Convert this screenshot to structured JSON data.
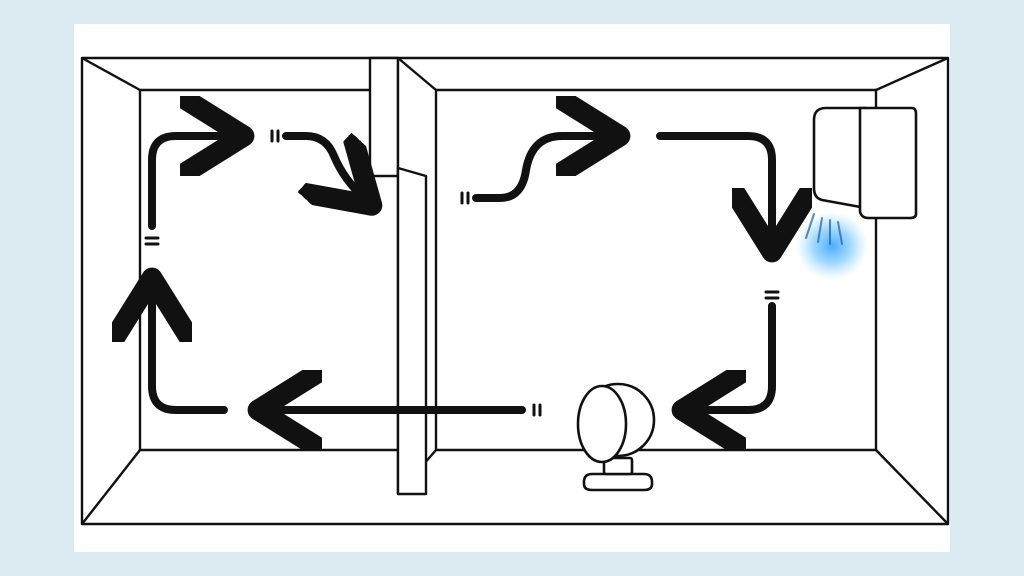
{
  "diagram": {
    "colors": {
      "background": "#dceaf2",
      "panel": "#ffffff",
      "line": "#111111",
      "cool_air": "#3fa9ff"
    },
    "elements": [
      {
        "name": "room-outline",
        "kind": "room-perspective"
      },
      {
        "name": "partition-wall",
        "kind": "room-divider-with-door"
      },
      {
        "name": "air-conditioner-icon",
        "kind": "wall-mounted-ac"
      },
      {
        "name": "cool-air-glow",
        "kind": "blue-mist"
      },
      {
        "name": "circulator-fan-icon",
        "kind": "floor-fan"
      }
    ],
    "airflow_paths": [
      "left-room-up",
      "left-room-top-right",
      "left-room-curve-down",
      "right-room-curve-up",
      "right-room-top-down",
      "right-room-bottom-return",
      "floor-return-left",
      "left-room-return-up"
    ]
  }
}
